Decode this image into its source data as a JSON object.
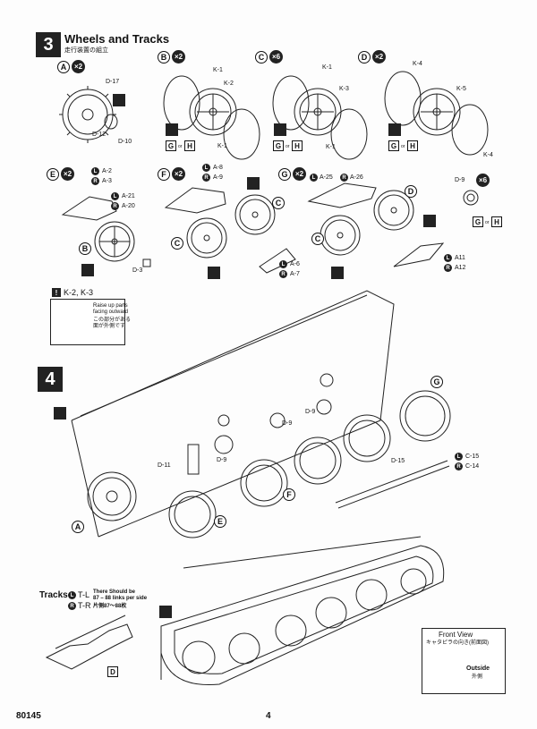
{
  "step3": {
    "number": "3",
    "title": "Wheels and Tracks",
    "subtitle_jp": "走行装置の組立",
    "panels": [
      {
        "letter": "A",
        "count": "×2"
      },
      {
        "letter": "B",
        "count": "×2"
      },
      {
        "letter": "C",
        "count": "×6"
      },
      {
        "letter": "D",
        "count": "×2"
      },
      {
        "letter": "E",
        "count": "×2"
      },
      {
        "letter": "F",
        "count": "×2"
      },
      {
        "letter": "G",
        "count": "×2"
      },
      {
        "letter": "",
        "count": "×6"
      }
    ]
  },
  "step4": {
    "number": "4"
  },
  "parts": {
    "d17": "D-17",
    "d12": "D-12",
    "d10": "D-10",
    "k1": "K-1",
    "k2": "K-2",
    "k3": "K-3",
    "k4": "K-4",
    "k5": "K-5",
    "a2": "A-2",
    "a3": "A-3",
    "a21": "A-21",
    "a20": "A-20",
    "d3": "D-3",
    "a8": "A-8",
    "a9": "A-9",
    "a6": "A-6",
    "a7": "A-7",
    "a25": "A-25",
    "a26": "A-26",
    "a11": "A11",
    "a12": "A12",
    "d9": "D-9",
    "d11": "D-11",
    "d15": "D-15",
    "c15": "C-15",
    "c14": "C-14"
  },
  "labels": {
    "l": "L",
    "r": "R",
    "g": "G",
    "h": "H",
    "or": "or",
    "a": "A",
    "b": "B",
    "c": "C",
    "d": "D",
    "e": "E",
    "f": "F",
    "gg": "G"
  },
  "note": {
    "mark": "!",
    "title": "K-2, K-3",
    "line1": "Raise up parts",
    "line2": "facing outward",
    "jp1": "この部分がある",
    "jp2": "面が外側です"
  },
  "tracks": {
    "title": "Tracks",
    "left_part": "T-L",
    "right_part": "T-R",
    "note1": "There Should be",
    "note2": "87 – 88 links per side",
    "note_jp": "片側87～88枚",
    "box_letter": "D"
  },
  "front_view": {
    "title": "Front View",
    "title_jp": "キャタピラの向き(前面図)",
    "outside": "Outside",
    "outside_jp": "外側"
  },
  "footer": {
    "code": "80145",
    "page": "4"
  }
}
